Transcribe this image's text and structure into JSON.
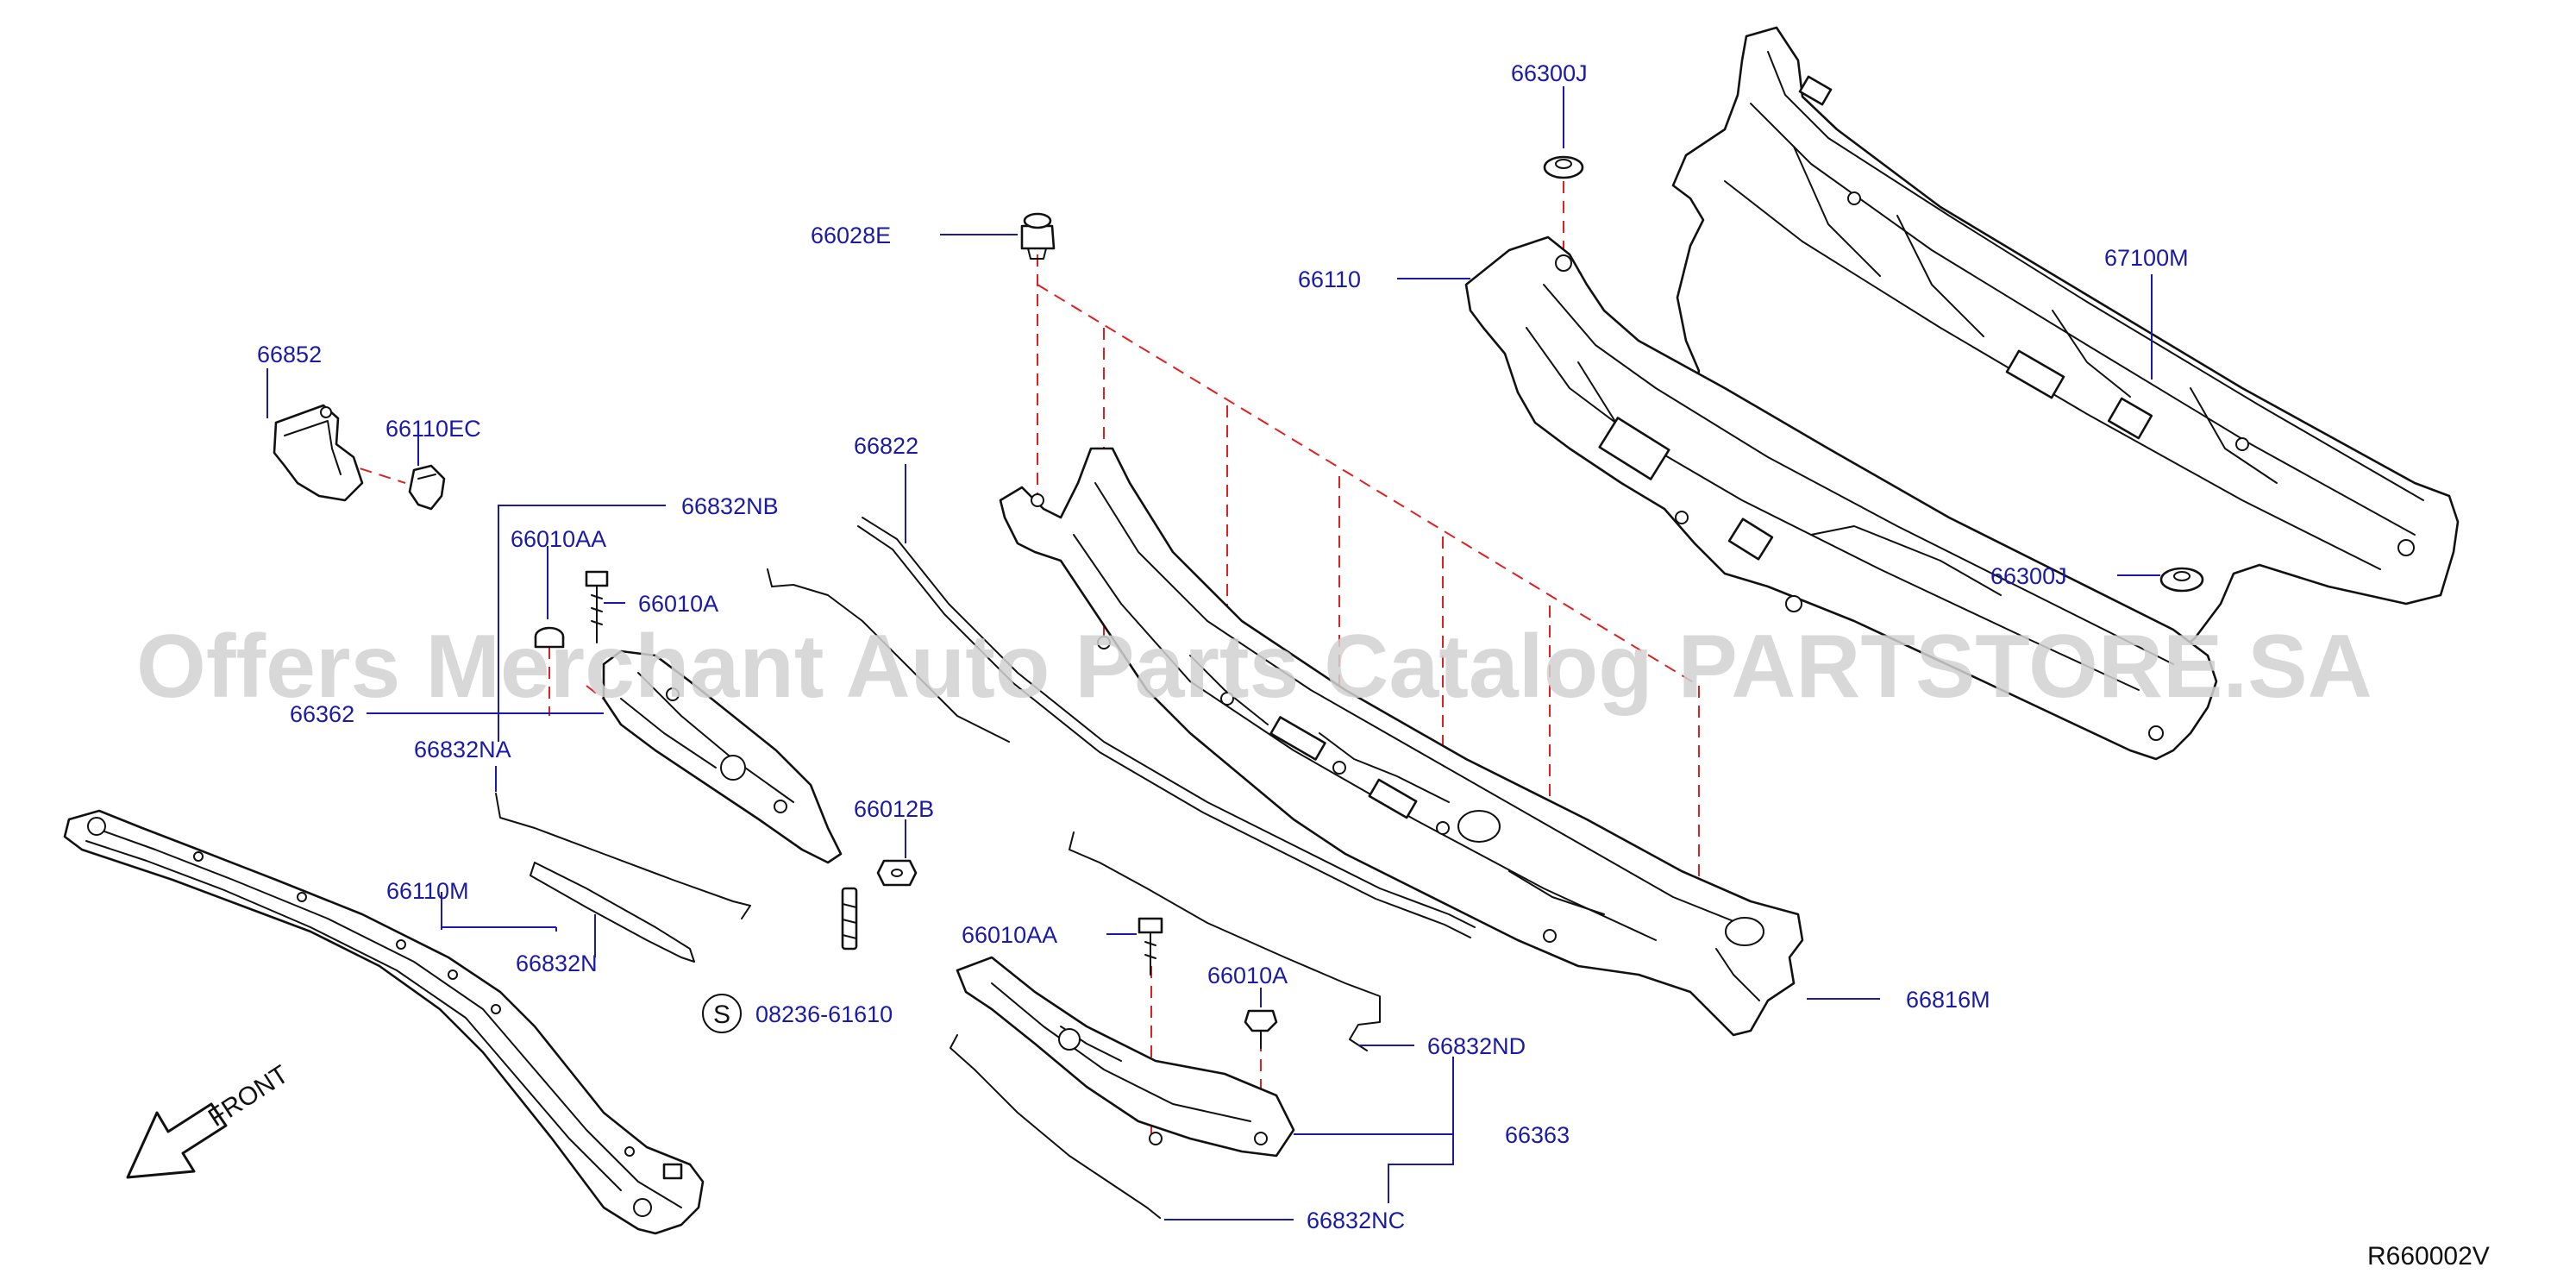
{
  "watermark": "Offers Merchant Auto Parts Catalog PARTSTORE.SA",
  "diagram_code": "R660002V",
  "front_label": "FRONT",
  "service_symbol": "S",
  "callouts": {
    "p66300J_top": "66300J",
    "p66028E": "66028E",
    "p66110": "66110",
    "p67100M": "67100M",
    "p66852": "66852",
    "p66110EC": "66110EC",
    "p66822": "66822",
    "p66832NB": "66832NB",
    "p66010AA_top": "66010AA",
    "p66010A_top": "66010A",
    "p66300J_right": "66300J",
    "p66362": "66362",
    "p66832NA": "66832NA",
    "p66012B": "66012B",
    "p66110M": "66110M",
    "p66832N": "66832N",
    "p66010AA_bottom": "66010AA",
    "p66010A_bottom": "66010A",
    "p66816M": "66816M",
    "p08236": "08236-61610",
    "p66832ND": "66832ND",
    "p66363": "66363",
    "p66832NC": "66832NC"
  }
}
